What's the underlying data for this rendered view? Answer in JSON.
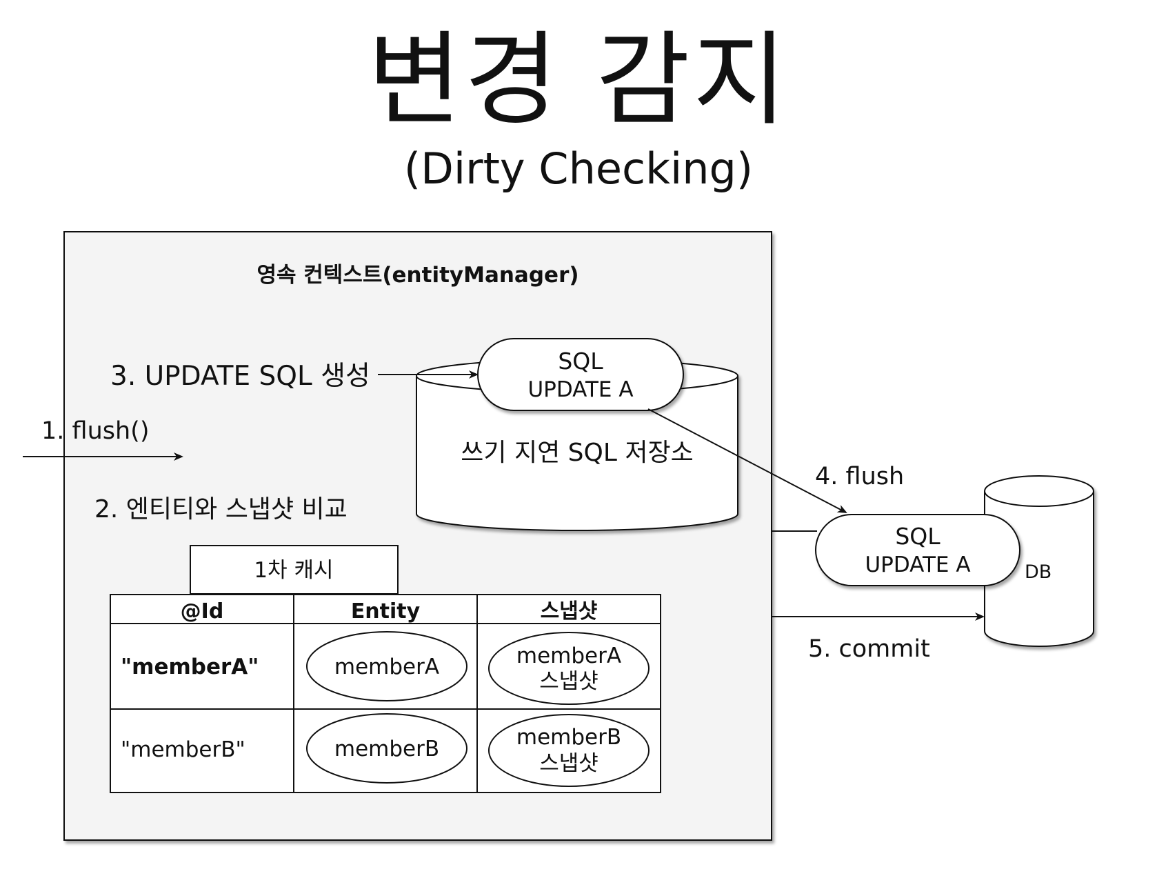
{
  "title": "변경 감지",
  "subtitle": "(Dirty Checking)",
  "context": {
    "label": "영속 컨텍스트(entityManager)"
  },
  "steps": {
    "flush_call": "1. flush()",
    "compare": "2. 엔티티와 스냅샷 비교",
    "generate": "3. UPDATE SQL 생성",
    "flush": "4. flush",
    "commit": "5. commit"
  },
  "sql_store": {
    "label": "쓰기 지연 SQL 저장소",
    "sql_line1": "SQL",
    "sql_line2": "UPDATE A"
  },
  "db": {
    "label": "DB",
    "sql_line1": "SQL",
    "sql_line2": "UPDATE A"
  },
  "cache": {
    "label": "1차 캐시",
    "headers": [
      "@Id",
      "Entity",
      "스냅샷"
    ],
    "rows": [
      {
        "id": "\"memberA\"",
        "entity": "memberA",
        "snapshot_line1": "memberA",
        "snapshot_line2": "스냅샷"
      },
      {
        "id": "\"memberB\"",
        "entity": "memberB",
        "snapshot_line1": "memberB",
        "snapshot_line2": "스냅샷"
      }
    ]
  },
  "colors": {
    "context_bg": "#f4f4f4",
    "stroke": "#111111",
    "shape_fill": "#ffffff"
  }
}
